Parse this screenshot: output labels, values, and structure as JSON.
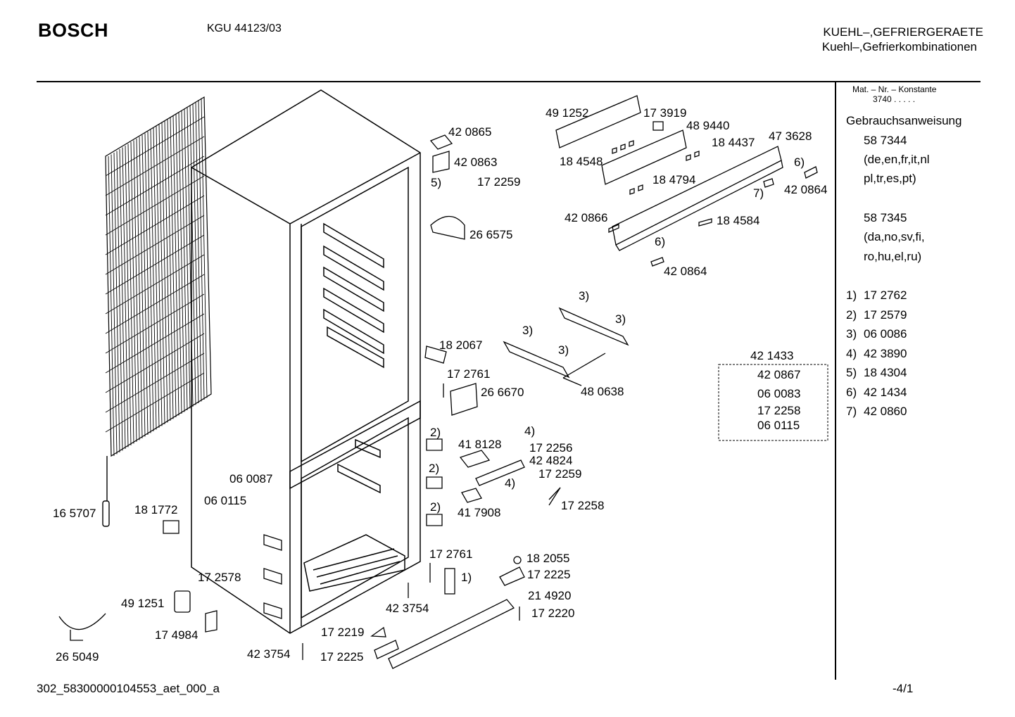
{
  "header": {
    "brand": "BOSCH",
    "model": "KGU 44123/03",
    "category_line1": "KUEHL–,GEFRIERGERAETE",
    "category_line2": "Kuehl–,Gefrierkombinationen"
  },
  "sidebar": {
    "matnr_label": "Mat. – Nr. – Konstante",
    "matnr_value": "3740  .  .  .  .  .",
    "manual_title": "Gebrauchsanweisung",
    "manual_1_number": "58 7344",
    "manual_1_lang_a": "(de,en,fr,it,nl",
    "manual_1_lang_b": "pl,tr,es,pt)",
    "manual_2_number": "58 7345",
    "manual_2_lang_a": "(da,no,sv,fi,",
    "manual_2_lang_b": "ro,hu,el,ru)",
    "footnotes": [
      {
        "key": "1)",
        "value": "17 2762"
      },
      {
        "key": "2)",
        "value": "17 2579"
      },
      {
        "key": "3)",
        "value": "06 0086"
      },
      {
        "key": "4)",
        "value": "42 3890"
      },
      {
        "key": "5)",
        "value": "18 4304"
      },
      {
        "key": "6)",
        "value": "42 1434"
      },
      {
        "key": "7)",
        "value": "42 0860"
      }
    ]
  },
  "kit": {
    "title": "42 1433",
    "items": [
      "42 0867",
      "06 0083",
      "17 2258",
      "06 0115"
    ]
  },
  "parts": {
    "p491252": "49 1252",
    "p173919": "17 3919",
    "p489440": "48 9440",
    "p184437": "18 4437",
    "p473628": "47 3628",
    "p184548": "18 4548",
    "p184794": "18 4794",
    "n6a": "6)",
    "p420864a": "42 0864",
    "n7": "7)",
    "p420866": "42 0866",
    "p184584": "18 4584",
    "n6b": "6)",
    "p420864b": "42 0864",
    "p420865": "42 0865",
    "p420863": "42 0863",
    "n5": "5)",
    "p172259a": "17 2259",
    "p266575": "26 6575",
    "n3a": "3)",
    "n3b": "3)",
    "n3c": "3)",
    "n3d": "3)",
    "p480638": "48 0638",
    "p182067": "18 2067",
    "p172761a": "17 2761",
    "p266670": "26 6670",
    "n2a": "2)",
    "n2b": "2)",
    "n2c": "2)",
    "p418128": "41 8128",
    "n4a": "4)",
    "p172256": "17 2256",
    "p424824": "42 4824",
    "n4b": "4)",
    "p172259b": "17 2259",
    "p172258": "17 2258",
    "p417908": "41 7908",
    "p060087": "06 0087",
    "p060115": "06 0115",
    "p165707": "16 5707",
    "p181772": "18 1772",
    "p172578": "17 2578",
    "p491251": "49 1251",
    "p174984": "17 4984",
    "p265049": "26 5049",
    "p172761b": "17 2761",
    "n1": "1)",
    "p423754a": "42 3754",
    "p182055": "18 2055",
    "p172225a": "17 2225",
    "p214920": "21 4920",
    "p172220": "17 2220",
    "p172219": "17 2219",
    "p423754b": "42 3754",
    "p172225b": "17 2225"
  },
  "footer": {
    "doc_id": "302_58300000104553_aet_000_a",
    "page": "-4/1"
  }
}
